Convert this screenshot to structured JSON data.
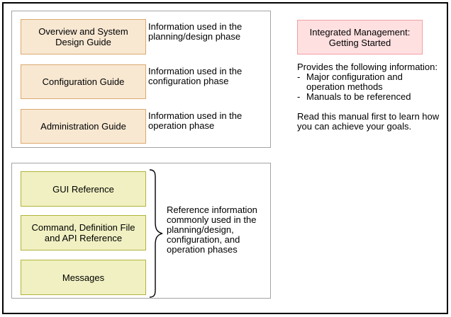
{
  "palette": {
    "tan_fill": "#F8E8D2",
    "tan_border": "#DCA96E",
    "green_fill": "#F0F0C2",
    "green_border": "#B2B33C",
    "pink_fill": "#FFE0E1",
    "pink_border": "#F0A0A2",
    "group_border": "#A4A4A4",
    "outer_border": "#000000"
  },
  "phase_group": {
    "boxes": [
      {
        "label": "Overview and System Design Guide",
        "desc": "Information used in the planning/design phase"
      },
      {
        "label": "Configuration Guide",
        "desc": "Information used in the configuration phase"
      },
      {
        "label": "Administration Guide",
        "desc": "Information used in the operation phase"
      }
    ]
  },
  "reference_group": {
    "boxes": [
      {
        "label": "GUI Reference"
      },
      {
        "label": "Command, Definition File and API Reference"
      },
      {
        "label": "Messages"
      }
    ],
    "brace_note": "Reference information commonly used in the planning/design, configuration, and operation phases"
  },
  "getting_started": {
    "title": "Integrated Management: Getting Started",
    "intro": "Provides the following information:",
    "bullets": [
      {
        "marker": "-",
        "text": "Major configuration and operation methods"
      },
      {
        "marker": "-",
        "text": "Manuals to be referenced"
      }
    ],
    "outro": "Read this manual first to learn how you can achieve your goals."
  }
}
